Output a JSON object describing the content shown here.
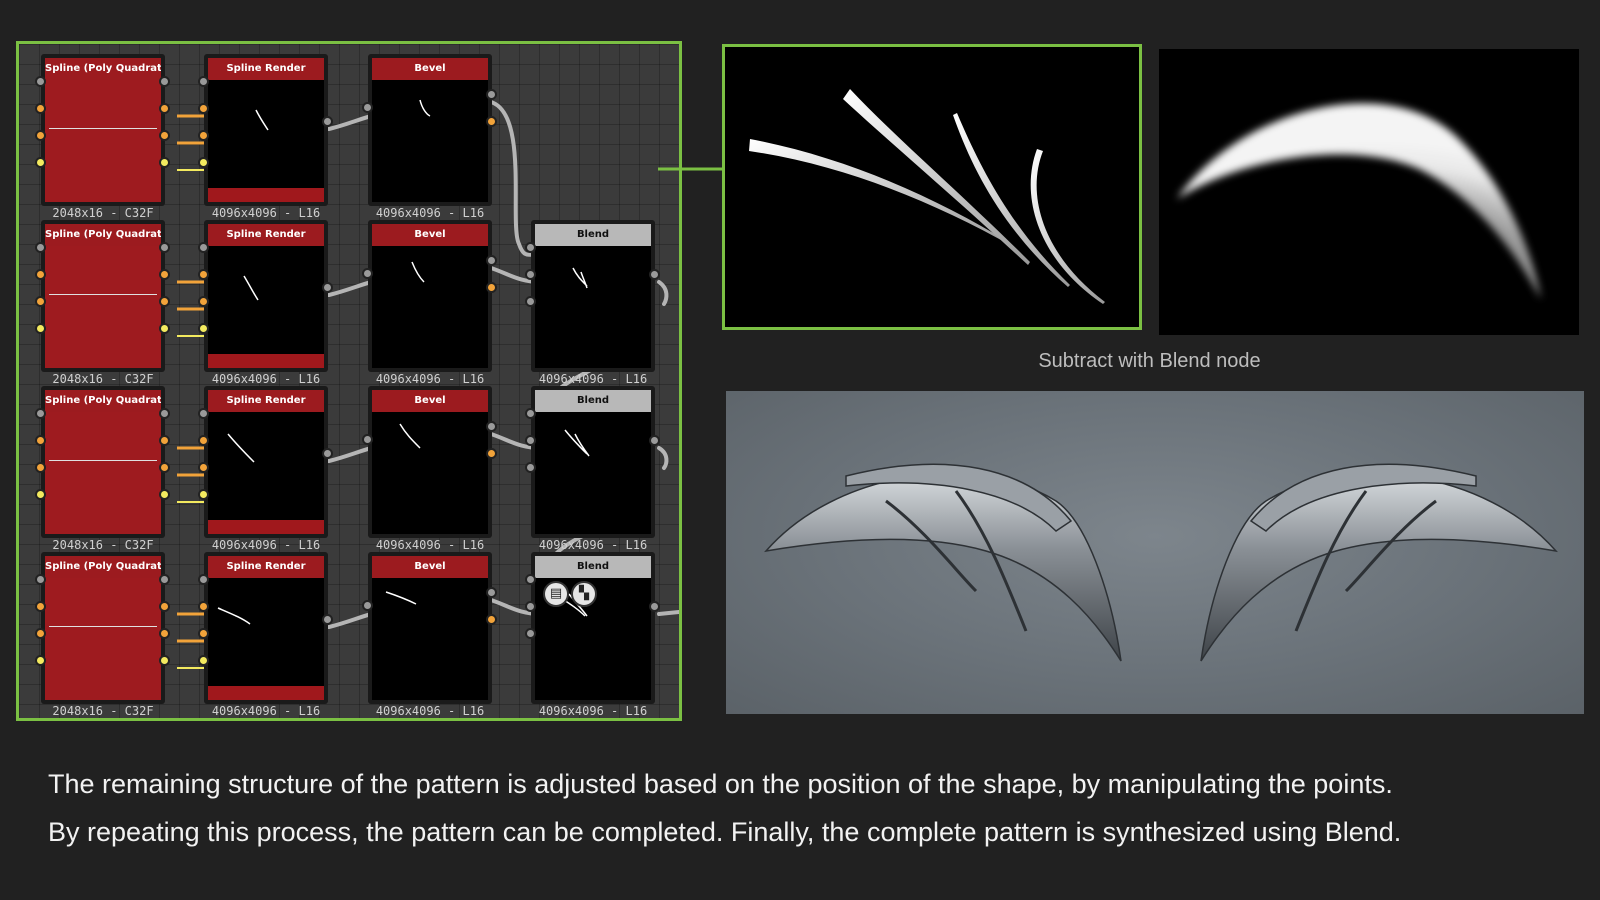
{
  "graph": {
    "rows": [
      {
        "spline": {
          "title": "Spline (Poly Quadratic)",
          "footer": "2048x16 - C32F"
        },
        "render": {
          "title": "Spline Render",
          "footer": "4096x4096 - L16"
        },
        "bevel": {
          "title": "Bevel",
          "footer": "4096x4096 - L16"
        }
      },
      {
        "spline": {
          "title": "Spline (Poly Quadratic)",
          "footer": "2048x16 - C32F"
        },
        "render": {
          "title": "Spline Render",
          "footer": "4096x4096 - L16"
        },
        "bevel": {
          "title": "Bevel",
          "footer": "4096x4096 - L16"
        },
        "blend": {
          "title": "Blend",
          "footer": "4096x4096 - L16"
        }
      },
      {
        "spline": {
          "title": "Spline (Poly Quadratic)",
          "footer": "2048x16 - C32F"
        },
        "render": {
          "title": "Spline Render",
          "footer": "4096x4096 - L16"
        },
        "bevel": {
          "title": "Bevel",
          "footer": "4096x4096 - L16"
        },
        "blend": {
          "title": "Blend",
          "footer": "4096x4096 - L16"
        }
      },
      {
        "spline": {
          "title": "Spline (Poly Quadratic)",
          "footer": "2048x16 - C32F"
        },
        "render": {
          "title": "Spline Render",
          "footer": "4096x4096 - L16"
        },
        "bevel": {
          "title": "Bevel",
          "footer": "4096x4096 - L16"
        },
        "blend": {
          "title": "Blend",
          "footer": "4096x4096 - L16"
        }
      }
    ],
    "gizmo_icons": [
      "document-icon",
      "checker-icon"
    ]
  },
  "caption": "Subtract with Blend node",
  "description": [
    "The remaining structure of the pattern is adjusted based on the position of the shape, by manipulating the points.",
    "By repeating this process, the pattern can be completed. Finally, the complete pattern is synthesized using Blend."
  ],
  "colors": {
    "highlight": "#7bc043",
    "node_header": "#9c1b1f",
    "blend_header": "#b8b8b8",
    "port_orange": "#f2a33a",
    "port_yellow": "#f3ea5f",
    "port_grey": "#9a9a9a"
  }
}
